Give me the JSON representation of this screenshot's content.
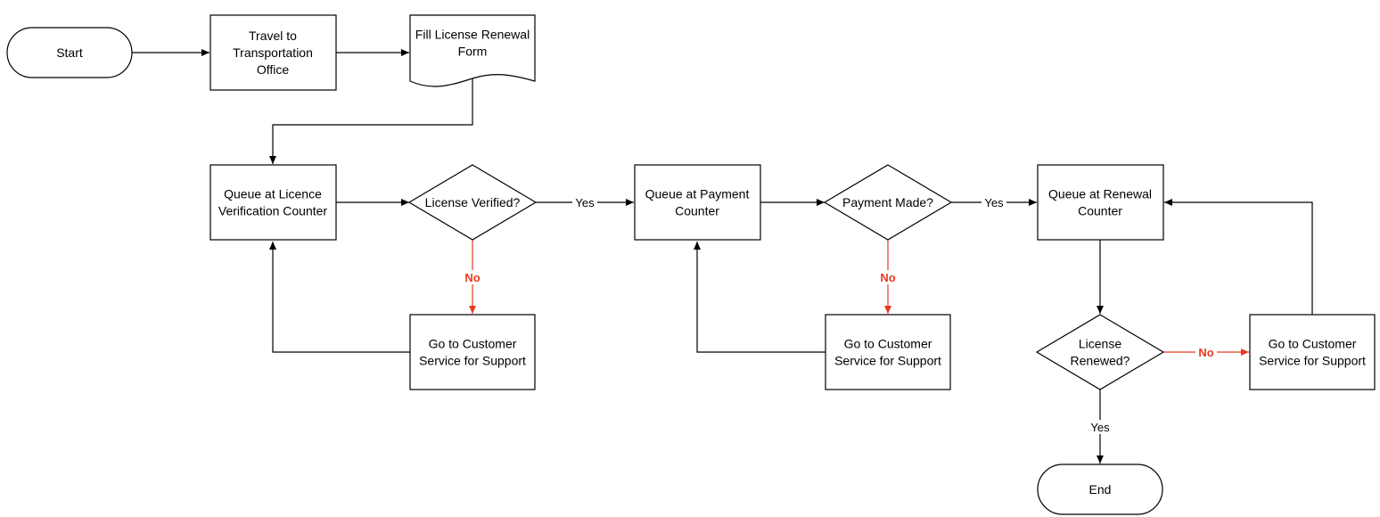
{
  "colors": {
    "stroke": "#000000",
    "no_branch": "#e8391f",
    "fill": "#ffffff"
  },
  "nodes": {
    "start": {
      "lines": [
        "Start"
      ]
    },
    "travel": {
      "lines": [
        "Travel to",
        "Transportation",
        "Office"
      ]
    },
    "fill_form": {
      "lines": [
        "Fill License Renewal",
        "Form"
      ]
    },
    "queue_verification": {
      "lines": [
        "Queue at Licence",
        "Verification Counter"
      ]
    },
    "license_verified": {
      "lines": [
        "License Verified?"
      ]
    },
    "support_1": {
      "lines": [
        "Go to Customer",
        "Service for Support"
      ]
    },
    "queue_payment": {
      "lines": [
        "Queue at Payment",
        "Counter"
      ]
    },
    "payment_made": {
      "lines": [
        "Payment Made?"
      ]
    },
    "support_2": {
      "lines": [
        "Go to Customer",
        "Service for Support"
      ]
    },
    "queue_renewal": {
      "lines": [
        "Queue at Renewal",
        "Counter"
      ]
    },
    "license_renewed": {
      "lines": [
        "License",
        "Renewed?"
      ]
    },
    "support_3": {
      "lines": [
        "Go to Customer",
        "Service for Support"
      ]
    },
    "end": {
      "lines": [
        "End"
      ]
    }
  },
  "edge_labels": {
    "verified_yes": "Yes",
    "verified_no": "No",
    "payment_yes": "Yes",
    "payment_no": "No",
    "renewed_yes": "Yes",
    "renewed_no": "No"
  }
}
